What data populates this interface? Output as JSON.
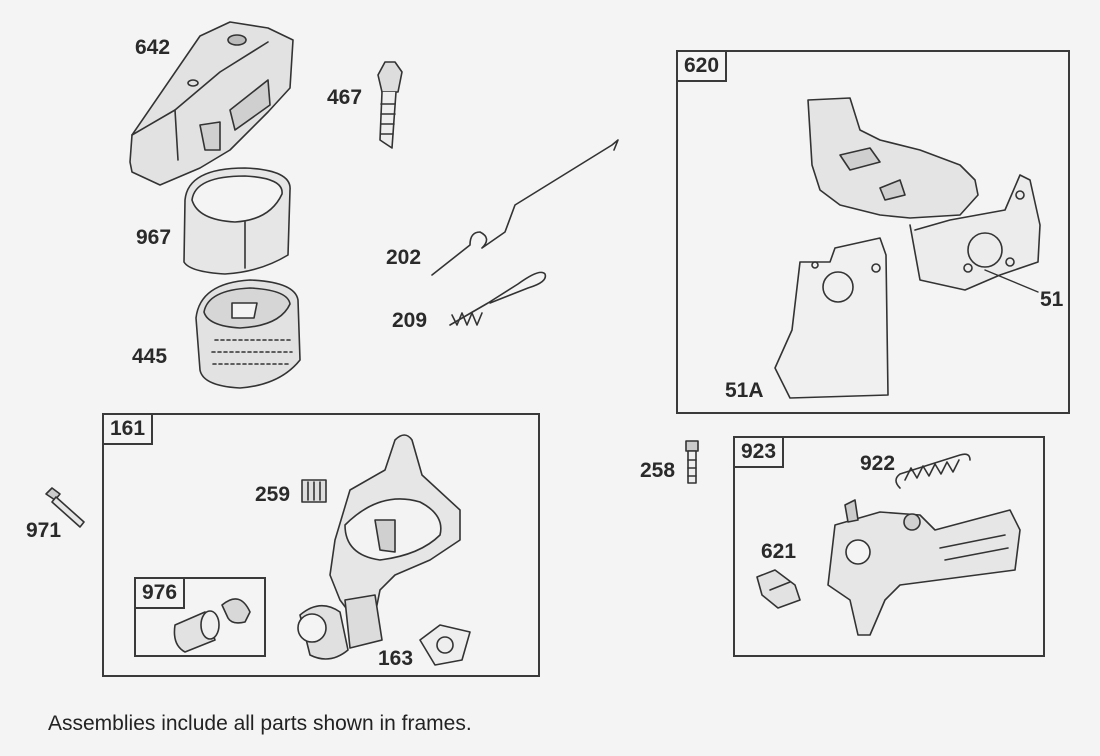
{
  "frames": {
    "f620": "620",
    "f161": "161",
    "f976": "976",
    "f923": "923"
  },
  "labels": {
    "p642": "642",
    "p467": "467",
    "p967": "967",
    "p202": "202",
    "p209": "209",
    "p445": "445",
    "p51": "51",
    "p51a": "51A",
    "p259": "259",
    "p971": "971",
    "p258": "258",
    "p922": "922",
    "p621": "621",
    "p163": "163"
  },
  "note": "Assemblies include all parts shown in frames."
}
